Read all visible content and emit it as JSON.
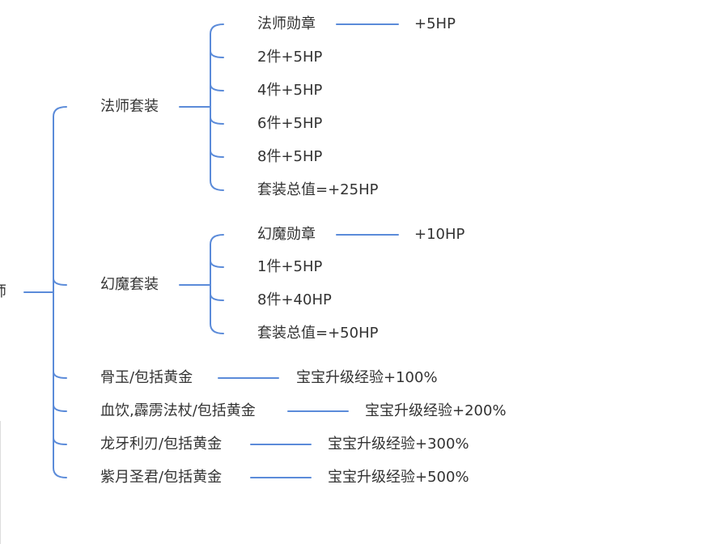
{
  "root": {
    "label": "师"
  },
  "colors": {
    "connector": "#5b8bd9",
    "text": "#333333"
  },
  "branches": [
    {
      "label": "法师套装",
      "children": [
        {
          "label": "法师勋章",
          "value": "+5HP"
        },
        {
          "label": "2件+5HP"
        },
        {
          "label": "4件+5HP"
        },
        {
          "label": "6件+5HP"
        },
        {
          "label": "8件+5HP"
        },
        {
          "label": "套装总值=+25HP"
        }
      ]
    },
    {
      "label": "幻魔套装",
      "children": [
        {
          "label": "幻魔勋章",
          "value": "+10HP"
        },
        {
          "label": "1件+5HP"
        },
        {
          "label": "8件+40HP"
        },
        {
          "label": "套装总值=+50HP"
        }
      ]
    },
    {
      "label": "骨玉/包括黄金",
      "value": "宝宝升级经验+100%"
    },
    {
      "label": "血饮,霹雳法杖/包括黄金",
      "value": "宝宝升级经验+200%"
    },
    {
      "label": "龙牙利刃/包括黄金",
      "value": "宝宝升级经验+300%"
    },
    {
      "label": "紫月圣君/包括黄金",
      "value": "宝宝升级经验+500%"
    }
  ]
}
